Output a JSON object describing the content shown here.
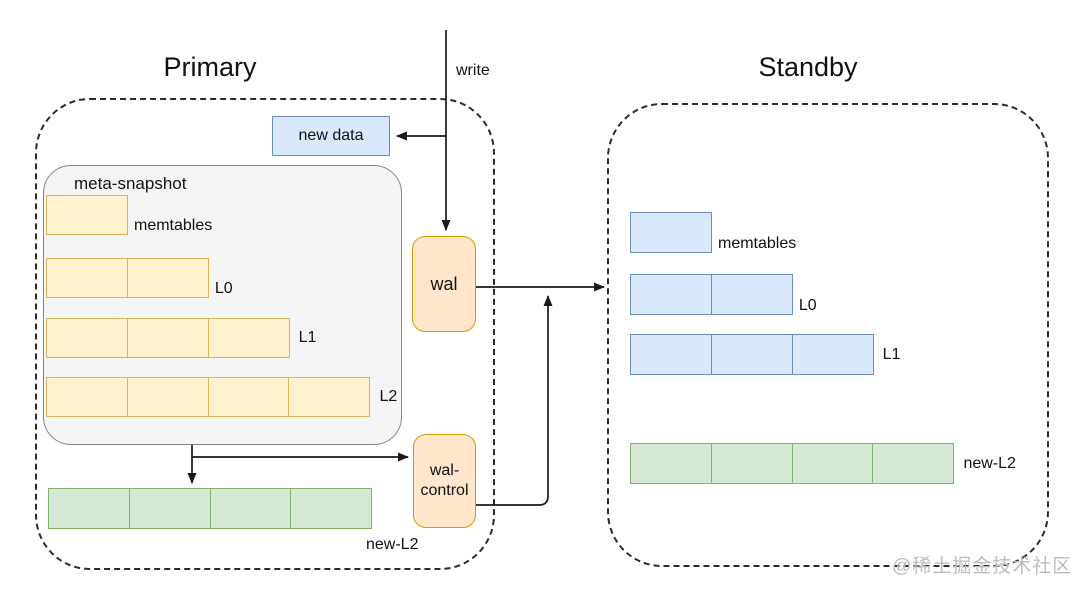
{
  "colors": {
    "yellow_fill": "#fff2cc",
    "yellow_border": "#d6b656",
    "blue_fill": "#dae8fc",
    "blue_border": "#6c8ebf",
    "green_fill": "#d5e8d4",
    "green_border": "#82b366",
    "orange_fill": "#ffe6cc",
    "orange_border": "#d79b00",
    "snapshot_fill": "#f5f5f5",
    "snapshot_border": "#848484",
    "line": "#1a1a1a",
    "watermark": "#bcbcbc"
  },
  "primary": {
    "title": "Primary",
    "write_label": "write",
    "new_data_label": "new data",
    "meta_snapshot": {
      "title": "meta-snapshot",
      "rows": [
        {
          "label": "memtables",
          "segments": 1
        },
        {
          "label": "L0",
          "segments": 2
        },
        {
          "label": "L1",
          "segments": 3
        },
        {
          "label": "L2",
          "segments": 4
        }
      ]
    },
    "wal_label": "wal",
    "wal_control_label": "wal-control",
    "new_l2": {
      "label": "new-L2",
      "segments": 4
    }
  },
  "standby": {
    "title": "Standby",
    "rows": [
      {
        "label": "memtables",
        "segments": 1,
        "palette": "blue"
      },
      {
        "label": "L0",
        "segments": 2,
        "palette": "blue"
      },
      {
        "label": "L1",
        "segments": 3,
        "palette": "blue"
      },
      {
        "label": "new-L2",
        "segments": 4,
        "palette": "green"
      }
    ]
  },
  "watermark": "@稀土掘金技术社区"
}
